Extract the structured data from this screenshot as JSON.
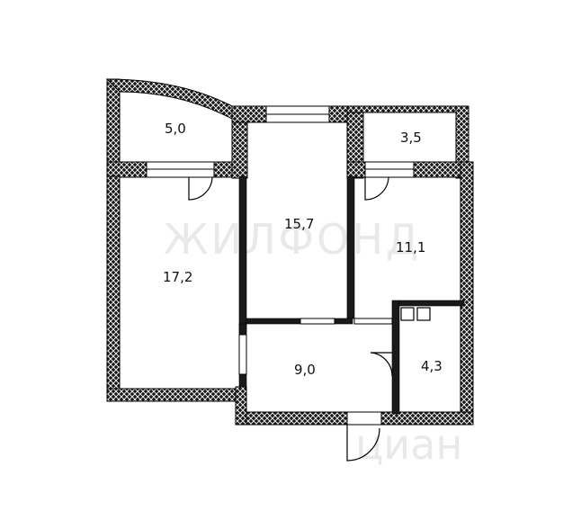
{
  "plan": {
    "rooms": [
      {
        "id": "loggia-left",
        "area": "5,0"
      },
      {
        "id": "loggia-right",
        "area": "3,5"
      },
      {
        "id": "living-room-center",
        "area": "15,7"
      },
      {
        "id": "living-room-left",
        "area": "17,2"
      },
      {
        "id": "kitchen",
        "area": "11,1"
      },
      {
        "id": "hallway",
        "area": "9,0"
      },
      {
        "id": "bathroom",
        "area": "4,3"
      }
    ],
    "colors": {
      "wall": "#1a1a1a",
      "hatch": "#ffffff",
      "window": "#ffffff",
      "line": "#000000"
    }
  },
  "watermarks": {
    "top": "ЖИЛФОНД",
    "bottom": "циан"
  }
}
